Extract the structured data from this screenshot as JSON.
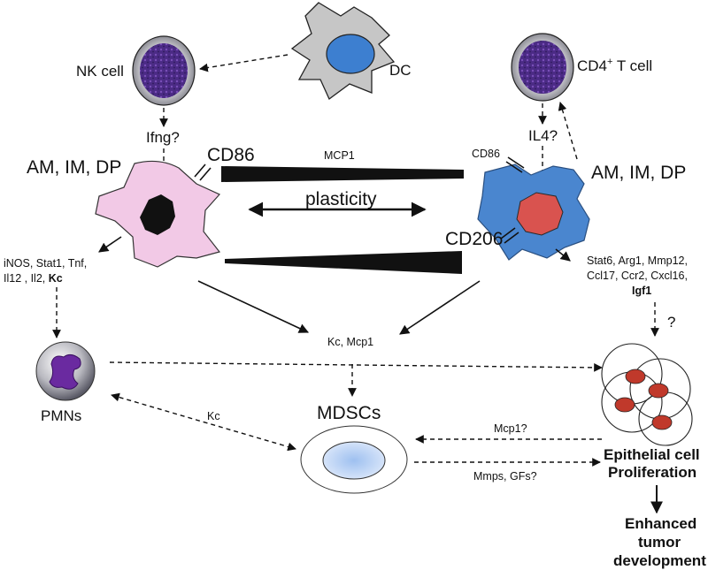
{
  "labels": {
    "nk_cell": "NK cell",
    "dc": "DC",
    "cd4_t_cell": "CD4",
    "cd4_sup": "+",
    "cd4_suffix": " T cell",
    "ifng": "Ifng?",
    "il4": "IL4?",
    "left_population": "AM, IM, DP",
    "right_population": "AM, IM, DP",
    "cd86_left": "CD86",
    "cd86_right": "CD86",
    "cd206": "CD206",
    "mcp1": "MCP1",
    "plasticity": "plasticity",
    "m1_markers_line1": "iNOS, Stat1, Tnf,",
    "m1_markers_line2": "Il12 , Il2, ",
    "m1_markers_bold": "Kc",
    "m2_markers_line1": "Stat6, Arg1, Mmp12,",
    "m2_markers_line2": "Ccl17, Ccr2, Cxcl16,",
    "m2_markers_bold": "Igf1",
    "question": "?",
    "kc_mcp1": "Kc, Mcp1",
    "pmns": "PMNs",
    "kc": "Kc",
    "mdscs": "MDSCs",
    "mcp1_q": "Mcp1?",
    "mmps_gfs": "Mmps, GFs?",
    "epithelial_line1": "Epithelial cell",
    "epithelial_line2": "Proliferation",
    "tumor_line1": "Enhanced",
    "tumor_line2": "tumor",
    "tumor_line3": "development"
  },
  "colors": {
    "m1_macrophage": "#f2c9e6",
    "m2_macrophage": "#4a86cf",
    "m2_nucleus": "#d9534f",
    "lymphocyte_nucleus": "#4b2b85",
    "dc_body": "#c6c6c6",
    "dc_nucleus": "#3d7fd0",
    "pmn_nucleus": "#6a2aa0",
    "epithelial_nucleus": "#c0392b"
  }
}
